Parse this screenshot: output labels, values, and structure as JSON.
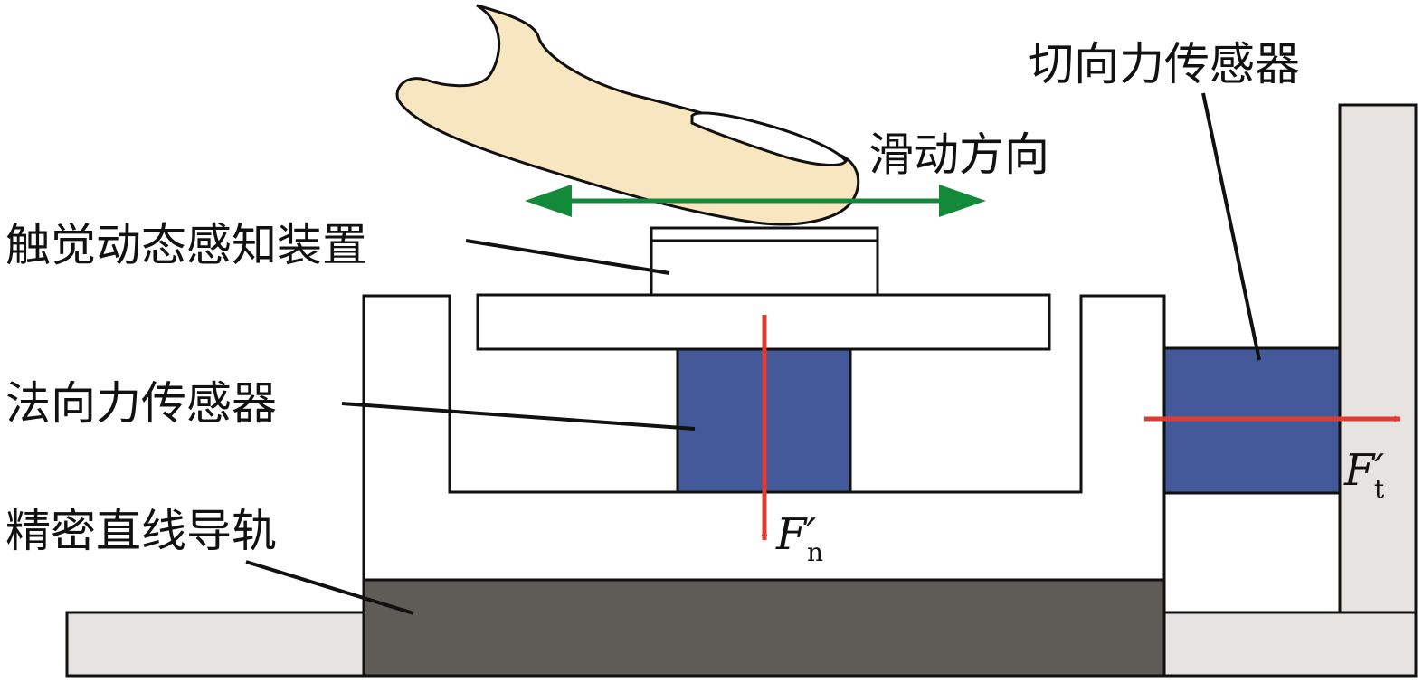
{
  "labels": {
    "tangential_sensor": "切向力传感器",
    "slide_direction": "滑动方向",
    "tactile_device": "触觉动态感知装置",
    "normal_sensor": "法向力传感器",
    "linear_guide": "精密直线导轨"
  },
  "forces": {
    "tangential": {
      "symbol": "F",
      "prime": "′",
      "subscript": "t"
    },
    "normal": {
      "symbol": "F",
      "prime": "′",
      "subscript": "n"
    }
  },
  "colors": {
    "finger_fill": "#f7e6bf",
    "sensor_blue": "#43599a",
    "rail_dark": "#5f5b57",
    "wall_gray": "#e6e3e1",
    "force_arrow": "#e03a31",
    "slide_arrow": "#138a3a",
    "outline": "#111111"
  }
}
